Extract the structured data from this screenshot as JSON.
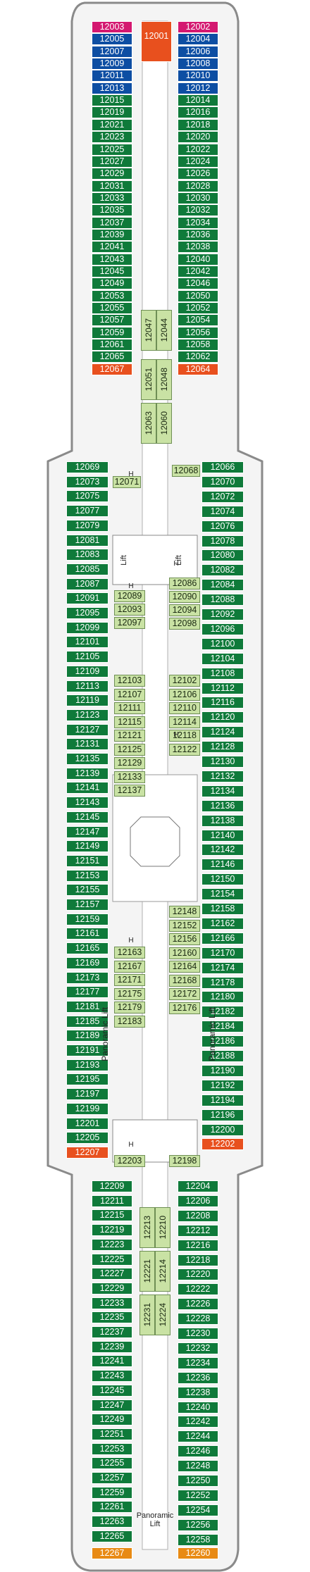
{
  "deck": {
    "forward_top": "12001",
    "aft_bottom_left": "12267",
    "aft_bottom_right": "12260",
    "lift_label": "Lift",
    "panoramic_lift_label": "Panoramic Lift",
    "h_marker": "H"
  },
  "colors": {
    "balcony_green": "#0f7a3a",
    "suite_blue": "#0d4ea3",
    "suite_pink": "#d41870",
    "suite_orange": "#e8501e",
    "aft_amber": "#e88a14",
    "interior_lightgreen": "#c9e2a4",
    "hull": "#8a8a8a"
  },
  "outer_cabins_fwd_left": [
    "12003",
    "12005",
    "12007",
    "12009",
    "12011",
    "12013",
    "12015",
    "12019",
    "12021",
    "12023",
    "12025",
    "12027",
    "12029",
    "12031",
    "12033",
    "12035",
    "12037",
    "12039",
    "12041",
    "12043",
    "12045",
    "12049",
    "12053",
    "12055",
    "12057",
    "12059",
    "12061",
    "12065",
    "12067"
  ],
  "outer_cabins_fwd_right": [
    "12002",
    "12004",
    "12006",
    "12008",
    "12010",
    "12012",
    "12014",
    "12016",
    "12018",
    "12020",
    "12022",
    "12024",
    "12026",
    "12028",
    "12030",
    "12032",
    "12034",
    "12036",
    "12038",
    "12040",
    "12042",
    "12046",
    "12050",
    "12052",
    "12054",
    "12056",
    "12058",
    "12062",
    "12064"
  ],
  "outer_cabins_mid_left": [
    "12069",
    "12073",
    "12075",
    "12077",
    "12079",
    "12081",
    "12083",
    "12085",
    "12087",
    "12091",
    "12095",
    "12099",
    "12101",
    "12105",
    "12109",
    "12113",
    "12119",
    "12123",
    "12127",
    "12131",
    "12135",
    "12139",
    "12141",
    "12143",
    "12145",
    "12147",
    "12149",
    "12151",
    "12153",
    "12155",
    "12157",
    "12159",
    "12161",
    "12165",
    "12169",
    "12173",
    "12177",
    "12181",
    "12185",
    "12189",
    "12191",
    "12193",
    "12195",
    "12197",
    "12199",
    "12201",
    "12205",
    "12207"
  ],
  "outer_cabins_mid_right": [
    "12066",
    "12070",
    "12072",
    "12074",
    "12076",
    "12078",
    "12080",
    "12082",
    "12084",
    "12088",
    "12092",
    "12096",
    "12100",
    "12104",
    "12108",
    "12112",
    "12116",
    "12120",
    "12124",
    "12128",
    "12130",
    "12132",
    "12134",
    "12136",
    "12138",
    "12140",
    "12142",
    "12146",
    "12150",
    "12154",
    "12158",
    "12162",
    "12166",
    "12170",
    "12174",
    "12178",
    "12180",
    "12182",
    "12184",
    "12186",
    "12188",
    "12190",
    "12192",
    "12194",
    "12196",
    "12200",
    "12202"
  ],
  "outer_cabins_aft_left": [
    "12209",
    "12211",
    "12215",
    "12219",
    "12223",
    "12225",
    "12227",
    "12229",
    "12233",
    "12235",
    "12237",
    "12239",
    "12241",
    "12243",
    "12245",
    "12247",
    "12249",
    "12251",
    "12253",
    "12255",
    "12257",
    "12259",
    "12261",
    "12263",
    "12265"
  ],
  "outer_cabins_aft_right": [
    "12204",
    "12206",
    "12208",
    "12212",
    "12216",
    "12218",
    "12220",
    "12222",
    "12226",
    "12228",
    "12230",
    "12232",
    "12234",
    "12236",
    "12238",
    "12240",
    "12242",
    "12244",
    "12246",
    "12248",
    "12250",
    "12252",
    "12254",
    "12256",
    "12258"
  ],
  "inner_fwd_vertical": [
    "12047",
    "12044",
    "12051",
    "12048",
    "12063",
    "12060"
  ],
  "inner_mid_h": [
    "12071",
    "12068"
  ],
  "inner_mid_left": [
    "12089",
    "12093",
    "12097",
    "12103",
    "12107",
    "12111",
    "12115",
    "12121",
    "12125",
    "12129",
    "12133",
    "12137"
  ],
  "inner_mid_right": [
    "12086",
    "12090",
    "12094",
    "12098",
    "12102",
    "12106",
    "12110",
    "12114",
    "12118",
    "12122"
  ],
  "inner_mid_left2": [
    "12163",
    "12167",
    "12171",
    "12175",
    "12179",
    "12183",
    "12203"
  ],
  "inner_mid_right2": [
    "12148",
    "12152",
    "12156",
    "12160",
    "12164",
    "12168",
    "12172",
    "12176",
    "12198"
  ],
  "inner_aft_vertical": [
    "12213",
    "12210",
    "12221",
    "12214",
    "12231",
    "12224"
  ]
}
